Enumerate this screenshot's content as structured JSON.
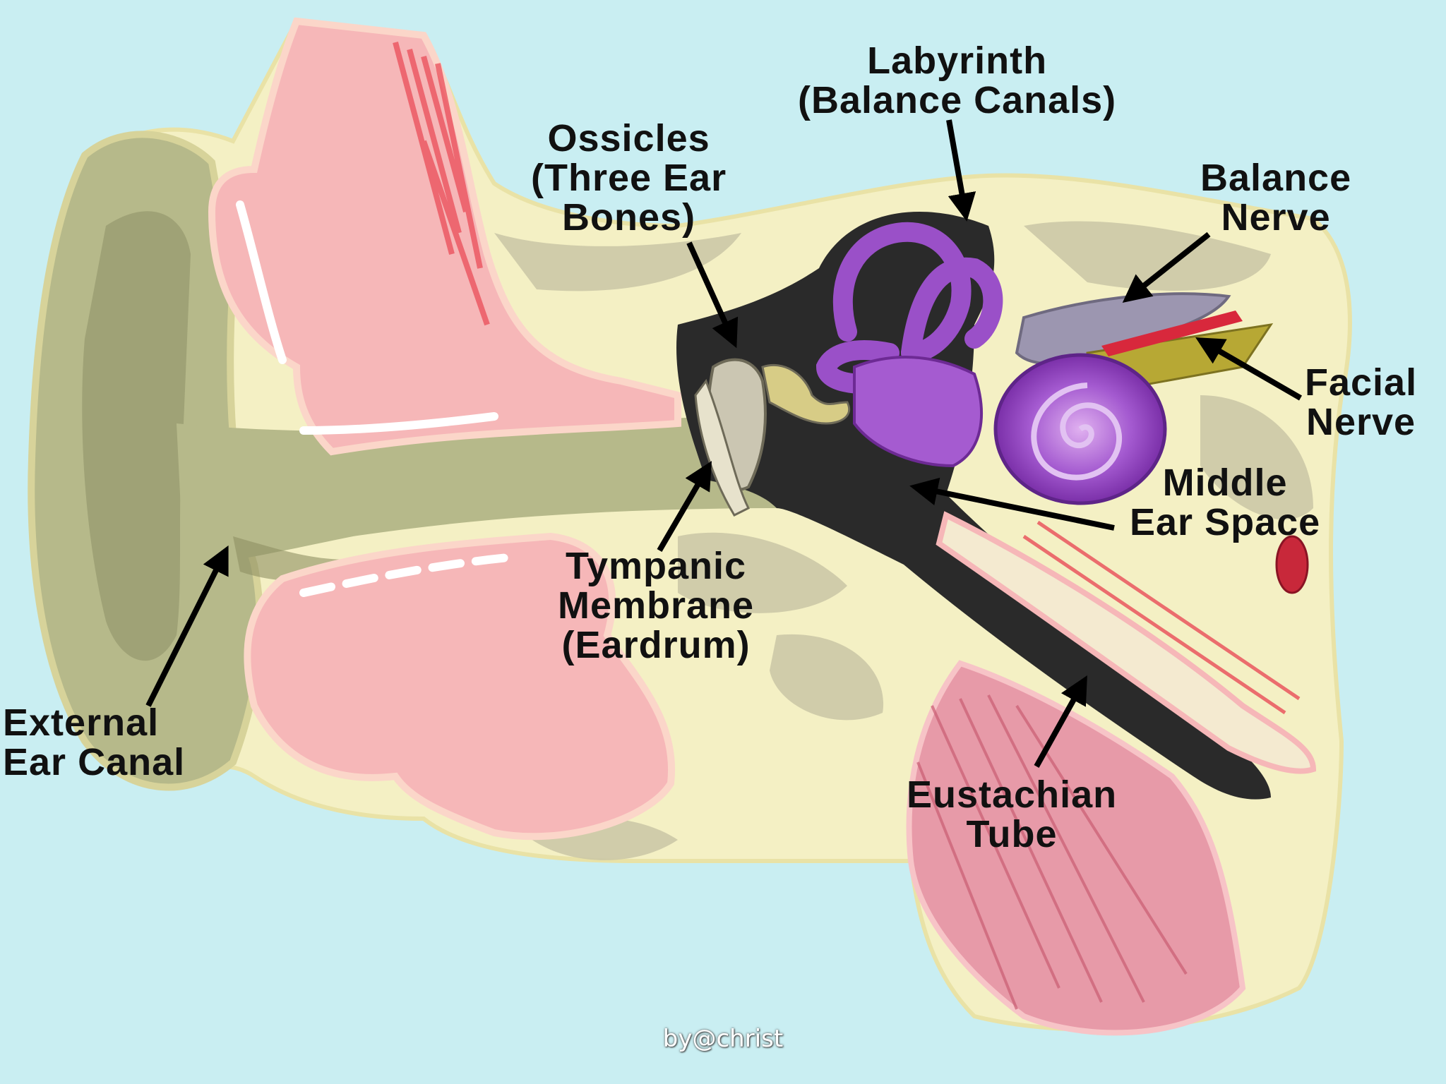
{
  "labels": {
    "labyrinth": [
      "Labyrinth",
      "(Balance Canals)"
    ],
    "ossicles": [
      "Ossicles",
      "(Three Ear",
      "Bones)"
    ],
    "balance_nerve": [
      "Balance",
      "Nerve"
    ],
    "facial_nerve": [
      "Facial",
      "Nerve"
    ],
    "middle_ear_space": [
      "Middle",
      "Ear Space"
    ],
    "tympanic_membrane": [
      "Tympanic",
      "Membrane",
      "(Eardrum)"
    ],
    "external_ear_canal": [
      "External",
      "Ear Canal"
    ],
    "eustachian_tube": [
      "Eustachian",
      "Tube"
    ]
  },
  "credit": "by@christ",
  "colors": {
    "background": "#c9eef2",
    "bone": "#f4f0c4",
    "canal": "#b6b98a",
    "skin": "#f6b7b8",
    "cochlea": "#9a50c8",
    "cavity": "#2a2a2a",
    "muscle": "#e79aa8",
    "nerve_red": "#d8283c",
    "nerve_yellow": "#b7a834"
  },
  "icons": [
    "arrow-icon"
  ]
}
